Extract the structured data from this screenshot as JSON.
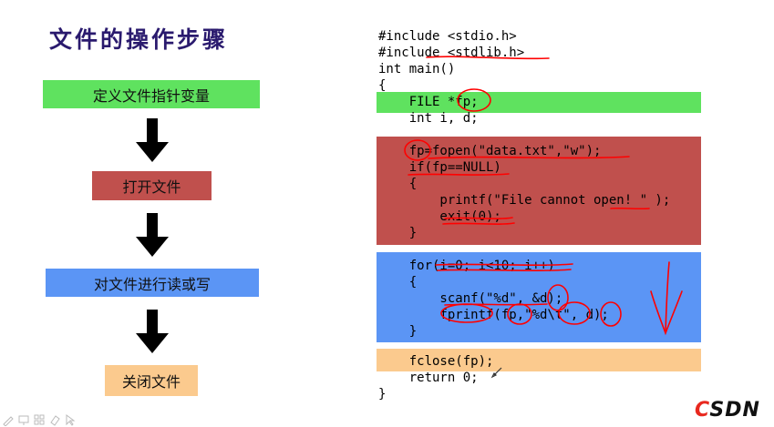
{
  "title": "文件的操作步骤",
  "steps": [
    {
      "label": "定义文件指针变量"
    },
    {
      "label": "打开文件"
    },
    {
      "label": "对文件进行读或写"
    },
    {
      "label": "关闭文件"
    }
  ],
  "code_lines": [
    "#include <stdio.h>",
    "#include <stdlib.h>",
    "int main()",
    "{",
    "    FILE *fp;",
    "    int i, d;",
    "    fp=fopen(\"data.txt\",\"w\");",
    "    if(fp==NULL)",
    "    {",
    "        printf(\"File cannot open! \" );",
    "        exit(0);",
    "    }",
    "    for(i=0; i<10; i++)",
    "    {",
    "        scanf(\"%d\", &d);",
    "        fprintf(fp,\"%d\\t\", d);",
    "    }",
    "    fclose(fp);",
    "    return 0;",
    "}"
  ],
  "colors": {
    "green": "#5fe25f",
    "red": "#c0504d",
    "blue": "#5b95f5",
    "orange": "#fbca8e",
    "ink": "#ff0000"
  },
  "toolbar_icons": [
    "pen-icon",
    "presentation-icon",
    "grid-icon",
    "eraser-icon",
    "pointer-icon"
  ],
  "logo": {
    "first": "C",
    "rest": "SDN"
  }
}
